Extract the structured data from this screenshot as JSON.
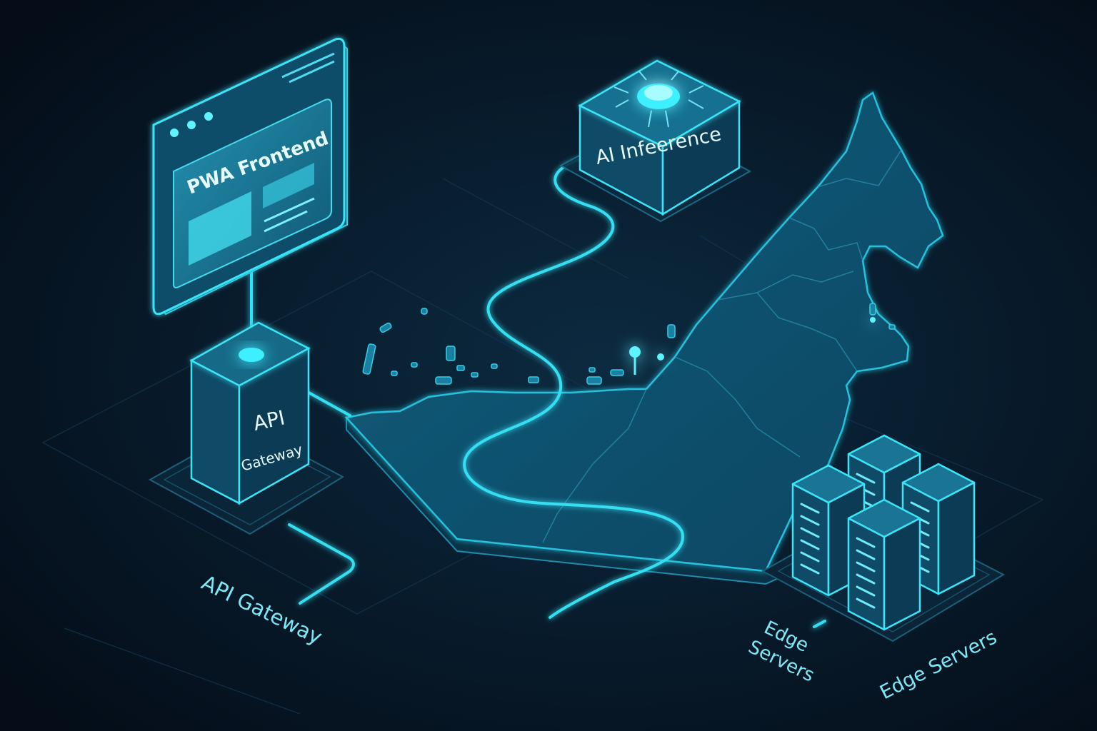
{
  "diagram": {
    "nodes": {
      "pwa_frontend": {
        "label": "PWA Frontend"
      },
      "ai_inference": {
        "label": "AI Infeerence"
      },
      "api_gateway": {
        "label_line1": "API",
        "label_line2": "Gateway"
      }
    },
    "captions": {
      "api_gateway": "API Gateway",
      "edge_servers_stacked_line1": "Edge",
      "edge_servers_stacked_line2": "Servers",
      "edge_servers": "Edge Servers"
    },
    "colors": {
      "background": "#061423",
      "glow": "#2fd6ec",
      "panel": "#0d4a63",
      "text": "#7fe8f5"
    },
    "icons": {
      "map": "uae-map-icon",
      "servers": "server-rack-icon",
      "chip": "ai-chip-icon"
    }
  }
}
